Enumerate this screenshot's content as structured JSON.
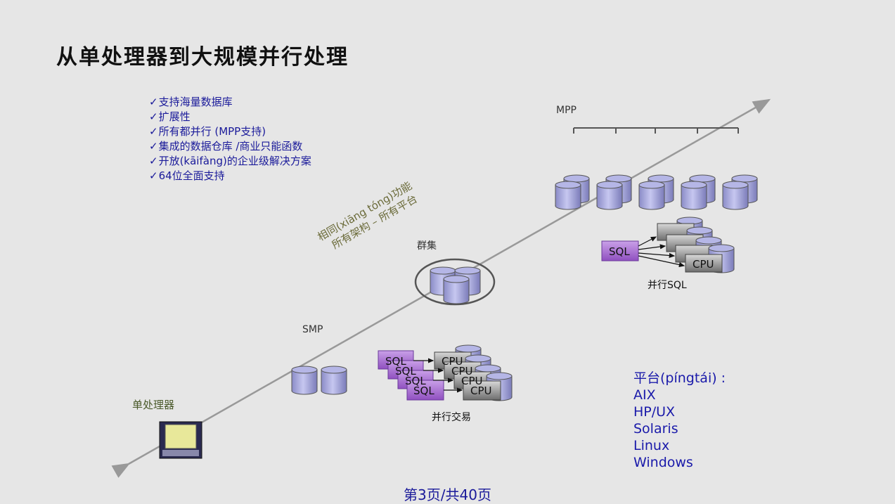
{
  "title": "从单处理器到大规模并行处理",
  "features": [
    "支持海量数据库",
    "扩展性",
    "所有都并行 (MPP支持)",
    "集成的数据仓库 /商业只能函数",
    "开放(kāifàng)的企业级解决方案",
    "64位全面支持"
  ],
  "check_glyph": "✓",
  "labels": {
    "mpp": "MPP",
    "cluster": "群集",
    "smp": "SMP",
    "uniprocessor": "单处理器",
    "parallel_sql": "并行SQL",
    "parallel_tx": "并行交易"
  },
  "diagonal_text": [
    "相同(xiāng tóng)功能",
    "所有架构 – 所有平台"
  ],
  "boxes": {
    "sql": "SQL",
    "cpu": "CPU"
  },
  "platforms": {
    "heading": "平台(píngtái) :",
    "items": [
      "AIX",
      "HP/UX",
      "Solaris",
      "Linux",
      "Windows"
    ]
  },
  "footer": "第3页/共40页",
  "colors": {
    "background": "#e6e6e6",
    "text_blue": "#1a1a9a",
    "cylinder": "#a9aadf",
    "sql_box": "#a070c8",
    "cpu_box": "#8c8c8c"
  }
}
